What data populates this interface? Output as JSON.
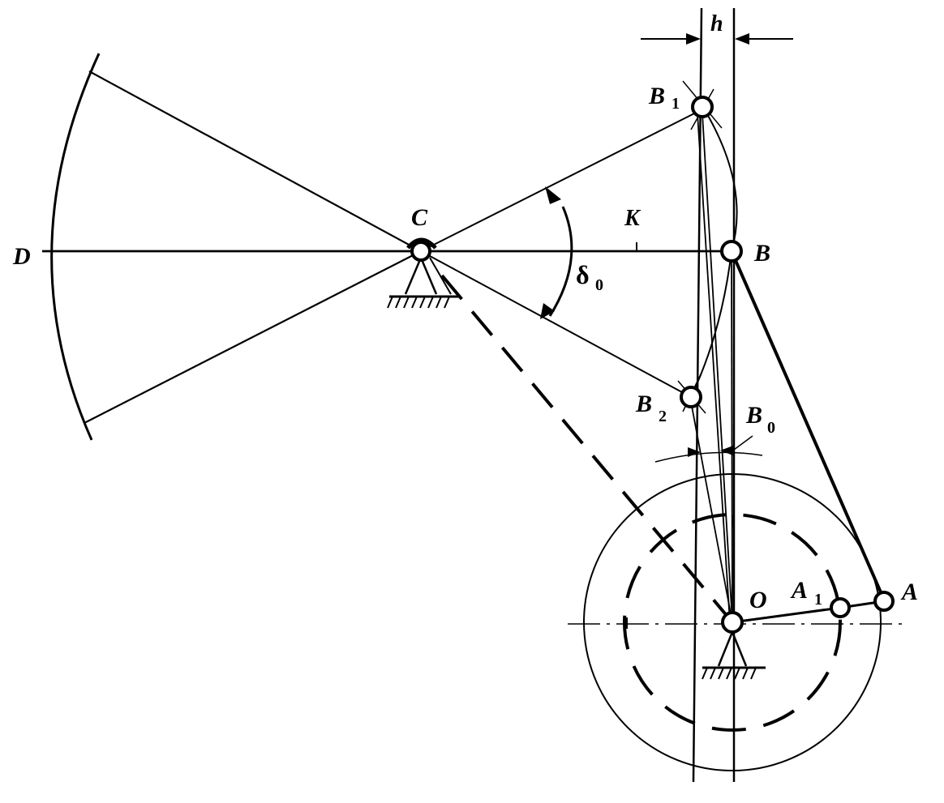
{
  "labels": {
    "D": "D",
    "C": "C",
    "K": "K",
    "B": "B",
    "B1": "B",
    "B1_sub": "1",
    "B2": "B",
    "B2_sub": "2",
    "B0": "B",
    "B0_sub": "0",
    "O": "O",
    "A": "A",
    "A1": "A",
    "A1_sub": "1",
    "h": "h",
    "delta": "δ",
    "delta_sub": "0"
  },
  "colors": {
    "ink": "#000000",
    "background": "#ffffff"
  }
}
